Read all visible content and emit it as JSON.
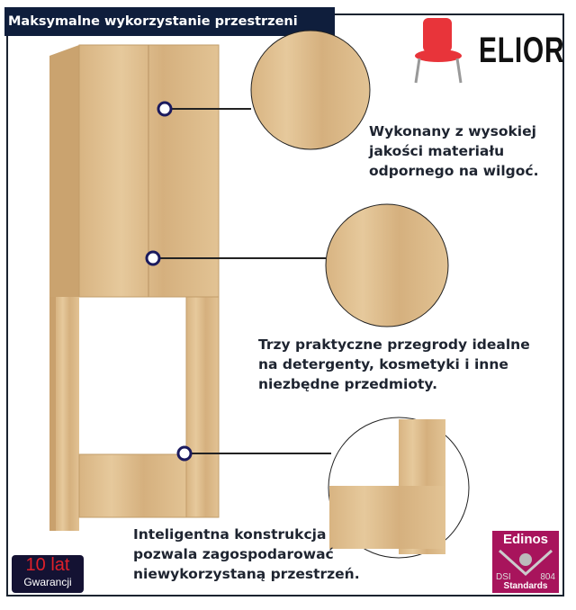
{
  "header": {
    "title": "Maksymalne wykorzystanie przestrzeni"
  },
  "brand": {
    "name": "ELIOR"
  },
  "features": [
    {
      "text_lines": [
        "Wykonany z wysokiej",
        "jakości materiału",
        "odpornego na wilgoć."
      ]
    },
    {
      "text_lines": [
        "Trzy praktyczne przegrody idealne",
        "na detergenty, kosmetyki i inne",
        "niezbędne przedmioty."
      ]
    },
    {
      "text_lines": [
        "Inteligentna konstrukcja",
        "pozwala zagospodarować",
        "niewykorzystaną przestrzeń."
      ]
    }
  ],
  "warranty": {
    "years": "10 lat",
    "label": "Gwarancji"
  },
  "certificate": {
    "name": "Edinos",
    "left": "DSI",
    "right": "804",
    "label": "Standards"
  },
  "colors": {
    "navy": "#0f1e3c",
    "wood": "#d9b887",
    "cert": "#a8145c",
    "warranty_red": "#e0202a"
  }
}
